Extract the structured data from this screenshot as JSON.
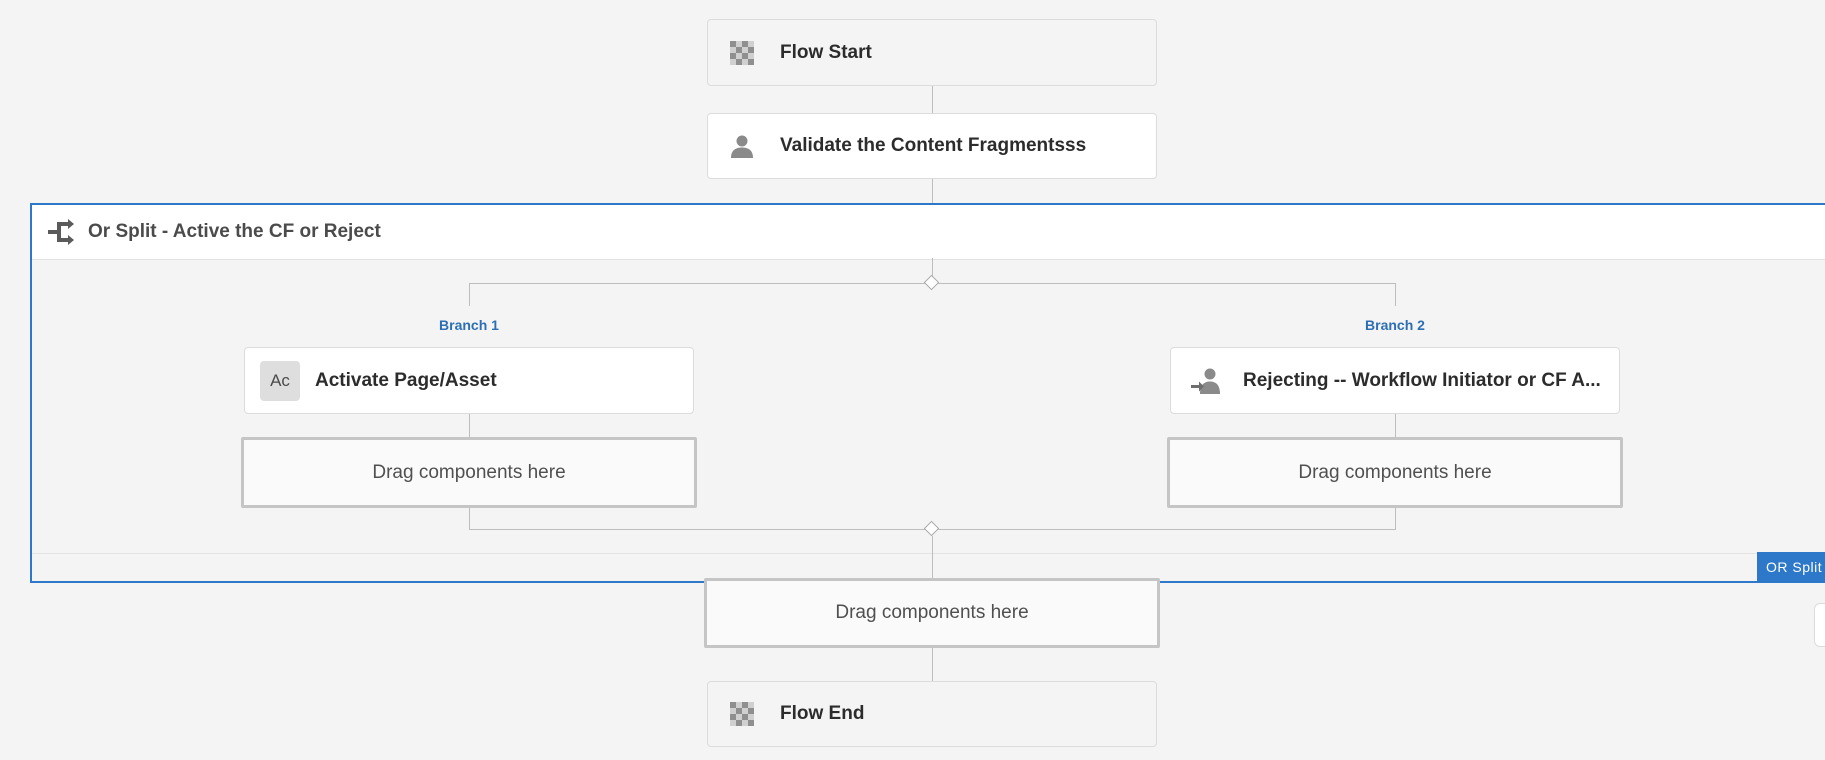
{
  "flow": {
    "start_label": "Flow Start",
    "validate_label": "Validate the Content Fragmentsss",
    "end_label": "Flow End"
  },
  "or_split": {
    "title": "Or Split - Active the CF or Reject",
    "badge": "OR Split",
    "branches": [
      {
        "label": "Branch 1",
        "step_badge": "Ac",
        "step_label": "Activate Page/Asset",
        "dropzone_label": "Drag components here"
      },
      {
        "label": "Branch 2",
        "step_label": "Rejecting -- Workflow Initiator or CF A...",
        "dropzone_label": "Drag components here"
      }
    ]
  },
  "main_dropzone_label": "Drag components here",
  "colors": {
    "accent": "#2d78c8",
    "branch_label": "#2d6fb4",
    "canvas_background": "#f4f4f4",
    "card_border": "#dcdcdc",
    "connector": "#bdbdbd",
    "dropzone_border": "#c5c5c5"
  },
  "icons": {
    "flow_start": "checkerboard-icon",
    "validate_step": "user-icon",
    "or_split": "or-split-icon",
    "branch_2_step": "user-assign-icon",
    "flow_end": "checkerboard-icon"
  }
}
